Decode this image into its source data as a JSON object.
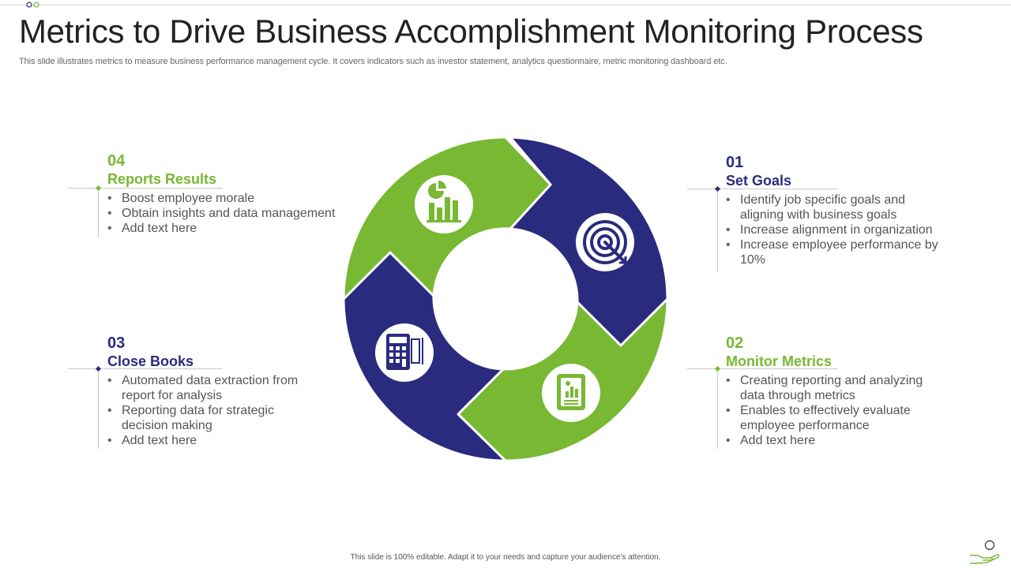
{
  "slide": {
    "title": "Metrics to Drive Business Accomplishment Monitoring Process",
    "subtitle": "This slide illustrates metrics to measure business performance management cycle. It covers indicators such as investor statement, analytics questionnaire, metric monitoring dashboard etc.",
    "footer": "This slide is 100% editable. Adapt it to your needs and capture your audience's attention."
  },
  "colors": {
    "green": "#78b833",
    "navy": "#2a2b7f"
  },
  "steps": [
    {
      "num": "01",
      "title": "Set Goals",
      "color": "navy",
      "icon": "target-icon",
      "bullets": [
        "Identify job specific goals and aligning with business goals",
        "Increase alignment in organization",
        "Increase employee performance by 10%"
      ]
    },
    {
      "num": "02",
      "title": "Monitor Metrics",
      "color": "green",
      "icon": "report-document-icon",
      "bullets": [
        "Creating reporting and analyzing data through metrics",
        "Enables to effectively evaluate employee performance",
        "Add text here"
      ]
    },
    {
      "num": "03",
      "title": "Close Books",
      "color": "navy",
      "icon": "calculator-accounting-icon",
      "bullets": [
        "Automated data extraction from report for analysis",
        "Reporting data for strategic decision making",
        "Add text here"
      ]
    },
    {
      "num": "04",
      "title": "Reports Results",
      "color": "green",
      "icon": "pie-bar-chart-icon",
      "bullets": [
        "Boost employee morale",
        "Obtain insights and data management",
        "Add text here"
      ]
    }
  ]
}
